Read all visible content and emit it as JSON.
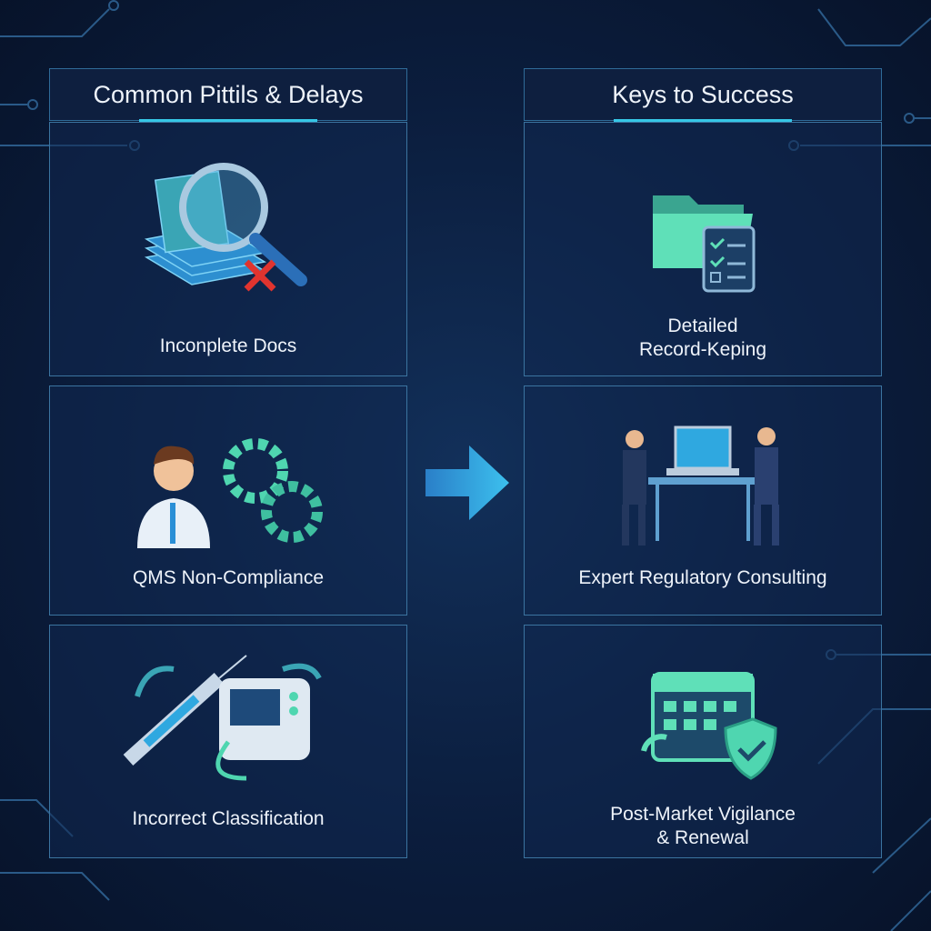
{
  "left": {
    "title": "Common Pittils & Delays",
    "items": [
      {
        "label": "Inconplete Docs"
      },
      {
        "label": "QMS Non-Compliance"
      },
      {
        "label": "Incorrect Classification"
      }
    ]
  },
  "right": {
    "title": "Keys to Success",
    "items": [
      {
        "label_line1": "Detailed",
        "label_line2": "Record-Keping"
      },
      {
        "label": "Expert Regulatory Consulting"
      },
      {
        "label_line1": "Post-Market Vigilance",
        "label_line2": "& Renewal"
      }
    ]
  },
  "colors": {
    "accent": "#36c7e6",
    "teal": "#4fd6b0",
    "border": "#3b74a0",
    "error": "#e0342f"
  }
}
